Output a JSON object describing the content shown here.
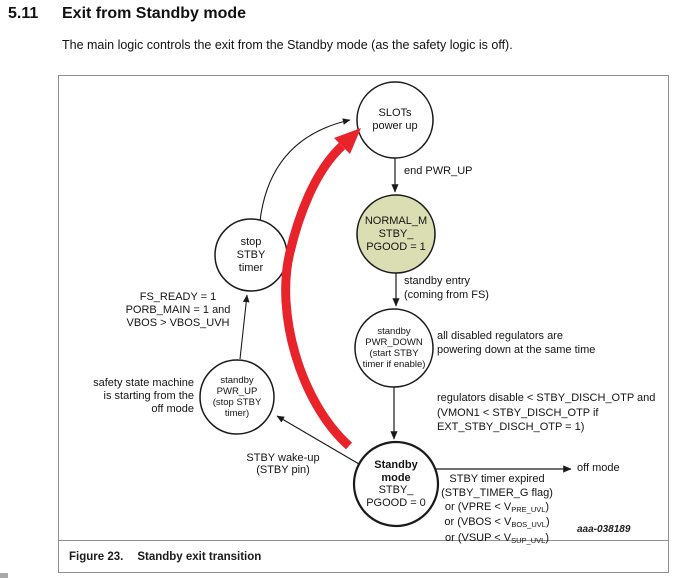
{
  "page": {
    "section_number": "5.11",
    "section_title": "Exit from Standby mode",
    "intro": "The main logic controls the exit from the Standby mode (as the safety logic is off).",
    "figure_label": "Figure 23.",
    "figure_title": "Standby exit transition",
    "watermark": "aaa-038189"
  },
  "colors": {
    "highlight_fill": "#dbdeb3",
    "state_fill": "#ffffff",
    "stroke": "#1a1a1a",
    "red_arrow": "#e8232a",
    "frame_border": "#8f8f8f"
  },
  "diagram": {
    "states": {
      "slots": {
        "line1": "SLOTs",
        "line2": "power up"
      },
      "normal": {
        "line1": "NORMAL_M",
        "line2": "STBY_",
        "line3": "PGOOD = 1"
      },
      "pwr_down": {
        "line1": "standby",
        "line2": "PWR_DOWN",
        "line3": "(start STBY",
        "line4": "timer if enable)"
      },
      "stop_timer": {
        "line1": "stop",
        "line2": "STBY",
        "line3": "timer"
      },
      "pwr_up": {
        "line1": "standby",
        "line2": "PWR_UP",
        "line3": "(stop STBY",
        "line4": "timer)"
      },
      "standby_mode": {
        "line1": "Standby",
        "line2": "mode",
        "line3": "STBY_",
        "line4": "PGOOD = 0"
      }
    },
    "labels": {
      "end_pwr_up": "end PWR_UP",
      "standby_entry_1": "standby entry",
      "standby_entry_2": "(coming from FS)",
      "all_disabled_1": "all disabled regulators are",
      "all_disabled_2": "powering down at the same time",
      "reg_disable_1": "regulators disable < STBY_DISCH_OTP and",
      "reg_disable_2": "(VMON1 < STBY_DISCH_OTP if",
      "reg_disable_3": "EXT_STBY_DISCH_OTP = 1)",
      "timer_expired_1": "STBY timer expired",
      "timer_expired_2": "(STBY_TIMER_G flag)",
      "vpre_pre": "or (VPRE < V",
      "vpre_sub": "PRE_UVL",
      "vpre_post": ")",
      "vbos_pre": "or (VBOS < V",
      "vbos_sub": "BOS_UVL",
      "vbos_post": ")",
      "vsup_pre": "or (VSUP < V",
      "vsup_sub": "SUP_UVL",
      "vsup_post": ")",
      "off_mode": "off mode",
      "stby_wakeup_1": "STBY wake-up",
      "stby_wakeup_2": "(STBY pin)",
      "fs_ready_1": "FS_READY = 1",
      "fs_ready_2": "PORB_MAIN = 1 and",
      "fs_ready_3": "VBOS > VBOS_UVH",
      "safety_1": "safety state machine",
      "safety_2": "is starting from the",
      "safety_3": "off mode"
    }
  }
}
